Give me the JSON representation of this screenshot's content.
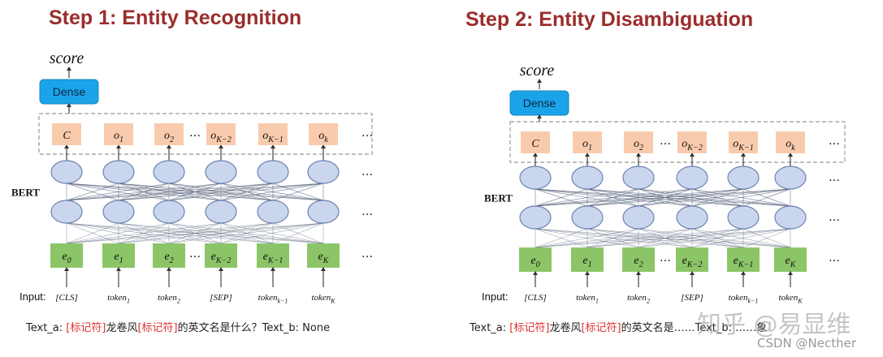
{
  "titles": [
    "Step 1: Entity Recognition",
    "Step 2: Entity Disambiguation"
  ],
  "panels": [
    {
      "score_label": "score",
      "dense_label": "Dense",
      "bert_label": "BERT",
      "input_label": "Input:",
      "outputs": [
        "C",
        "o1",
        "o2",
        "oK-2",
        "oK-1",
        "ok"
      ],
      "embeddings": [
        "e0",
        "e1",
        "e2",
        "eK-2",
        "eK-1",
        "eK"
      ],
      "tokens": [
        "[CLS]",
        "token1",
        "token2",
        "[SEP]",
        "tokenk-1",
        "tokenK"
      ],
      "ellipsis": "…",
      "caption": {
        "prefix": "Text_a: ",
        "marker": "[标记符]",
        "middle": "龙卷风",
        "suffix": "的英文名是什么？Text_b: None"
      }
    },
    {
      "score_label": "score",
      "dense_label": "Dense",
      "bert_label": "BERT",
      "input_label": "Input:",
      "outputs": [
        "C",
        "o1",
        "o2",
        "oK-2",
        "oK-1",
        "ok"
      ],
      "embeddings": [
        "e0",
        "e1",
        "e2",
        "eK-2",
        "eK-1",
        "eK"
      ],
      "tokens": [
        "[CLS]",
        "token1",
        "token2",
        "[SEP]",
        "tokenk-1",
        "tokenK"
      ],
      "ellipsis": "…",
      "caption": {
        "prefix": "Text_a: ",
        "marker": "[标记符]",
        "middle": "龙卷风",
        "suffix": "的英文名是……Text_b: ……象"
      }
    }
  ],
  "watermarks": [
    "知乎 @易显维",
    "CSDN @Necther"
  ],
  "colors": {
    "title": "#9b2d2d",
    "dense_fill": "#1aa3e8",
    "output_fill": "#f8cbad",
    "embed_fill": "#8cc568",
    "node_fill": "#c9d6ee",
    "node_stroke": "#6f82b0",
    "marker": "#e03030"
  }
}
